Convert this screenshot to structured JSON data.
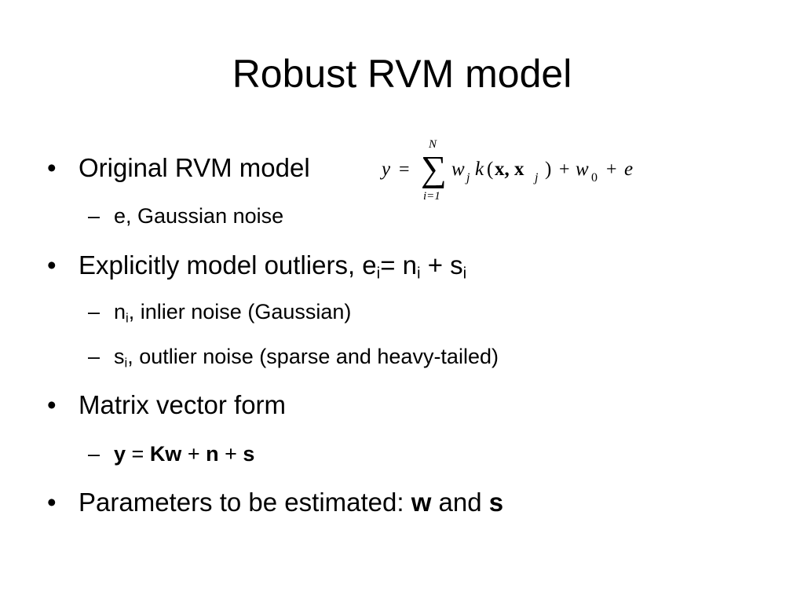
{
  "slide": {
    "title": "Robust RVM model",
    "bullets": [
      {
        "text": "Original RVM model",
        "subs": [
          {
            "text": "e, Gaussian noise"
          }
        ]
      },
      {
        "text": "Explicitly model outliers, e",
        "sub1": "i",
        "mid1": "= n",
        "sub2": "i",
        "mid2": " + s",
        "sub3": "i",
        "subs": [
          {
            "pre": "n",
            "sub": "i",
            "text": ", inlier noise (Gaussian)"
          },
          {
            "pre": "s",
            "sub": "i",
            "text": ", outlier noise (sparse and heavy-tailed)"
          }
        ]
      },
      {
        "text": "Matrix vector form",
        "subs": [
          {
            "y": "y",
            "eq": " = ",
            "kw": "Kw",
            "plus1": " + ",
            "n": "n",
            "plus2": " + ",
            "s": "s"
          }
        ]
      },
      {
        "text": "Parameters to be estimated: ",
        "w": "w",
        "and": " and ",
        "s": "s"
      }
    ]
  },
  "equation": {
    "y": "y",
    "equals": "=",
    "sigma": "∑",
    "upper": "N",
    "lower": "i=1",
    "w": "w",
    "j1": "j",
    "k": "k",
    "lparen": "(",
    "xs": "x, x",
    "j2": "j",
    "rparen": ")",
    "plus1": "+",
    "w0": "w",
    "zero": "0",
    "plus2": "+",
    "e": "e"
  },
  "icons": {
    "bullet": "bullet-dot-icon",
    "dash": "en-dash-icon"
  }
}
